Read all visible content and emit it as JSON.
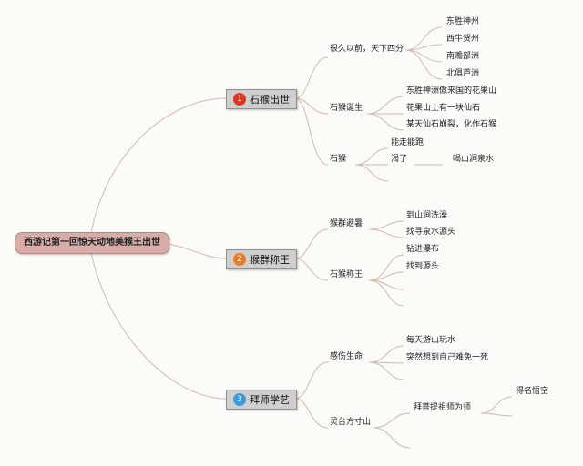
{
  "root": {
    "label": "西游记第一回惊天动地美猴王出世"
  },
  "branches": [
    {
      "number": "1",
      "color": "#e0341f",
      "label": "石猴出世",
      "children": [
        {
          "label": "很久以前，天下四分",
          "children": [
            "东胜神州",
            "西牛贺州",
            "南赡部洲",
            "北俱芦洲"
          ]
        },
        {
          "label": "石猴诞生",
          "children": [
            "东胜神洲傲来国的花果山",
            "花果山上有一块仙石",
            "某天仙石崩裂，化作石猴"
          ]
        },
        {
          "label": "石猴",
          "children": [
            "能走能跑",
            "渴了"
          ],
          "grandchild": "喝山涧泉水"
        }
      ]
    },
    {
      "number": "2",
      "color": "#ee7a1f",
      "label": "猴群称王",
      "children": [
        {
          "label": "猴群避暑",
          "children": [
            "到山涧洗澡",
            "找寻泉水源头"
          ]
        },
        {
          "label": "石猴称王",
          "children": [
            "钻进瀑布",
            "找到源头"
          ]
        }
      ]
    },
    {
      "number": "3",
      "color": "#3a9ad9",
      "label": "拜师学艺",
      "children": [
        {
          "label": "感伤生命",
          "children": [
            "每天游山玩水",
            "突然想到自己难免一死"
          ]
        },
        {
          "label": "灵台方寸山",
          "children": [
            "拜菩提祖师为师"
          ],
          "grandchild": "得名悟空"
        }
      ]
    }
  ]
}
